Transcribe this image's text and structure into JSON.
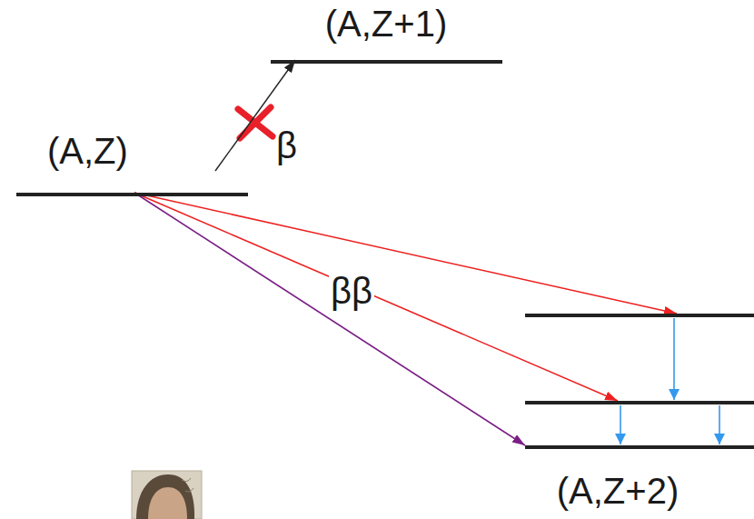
{
  "diagram": {
    "nodes": [
      {
        "text": [
          "(A,Z)"
        ]
      },
      {
        "text": [
          "(A,Z+1)"
        ]
      },
      {
        "text": [
          "(A,Z+2)"
        ]
      }
    ],
    "edges": [
      {
        "from": 0,
        "to": 1,
        "label": "β",
        "arrow": "to"
      },
      {
        "from": 0,
        "to": 2,
        "arrow": "to"
      },
      {
        "from": 0,
        "to": 2,
        "label": "ββ",
        "arrow": "to"
      },
      {
        "from": 0,
        "to": 2,
        "arrow": "to"
      }
    ]
  }
}
